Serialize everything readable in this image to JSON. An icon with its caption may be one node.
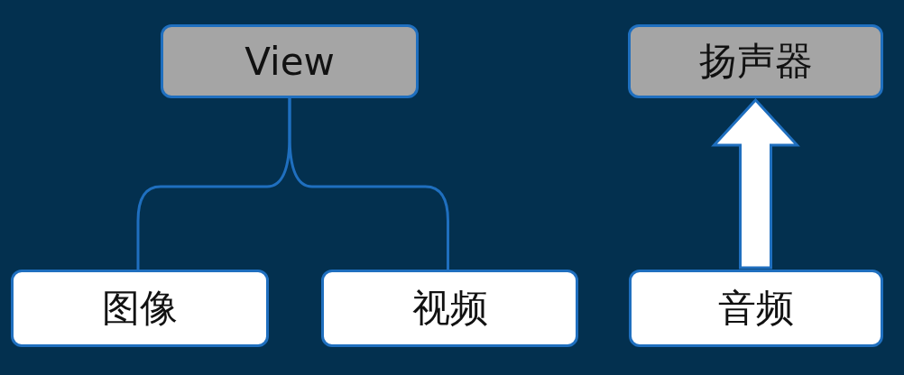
{
  "diagram": {
    "nodes": [
      {
        "text": [
          "View"
        ]
      },
      {
        "text": [
          "扬声器"
        ]
      },
      {
        "text": [
          "图像"
        ]
      },
      {
        "text": [
          "视频"
        ]
      },
      {
        "text": [
          "音频"
        ]
      }
    ],
    "edges": [
      {
        "from": 0,
        "to": 2,
        "arrow": "none"
      },
      {
        "from": 0,
        "to": 3,
        "arrow": "none"
      },
      {
        "from": 4,
        "to": 1,
        "arrow": "to",
        "style": "thick",
        "color": "#ffffff"
      }
    ]
  }
}
